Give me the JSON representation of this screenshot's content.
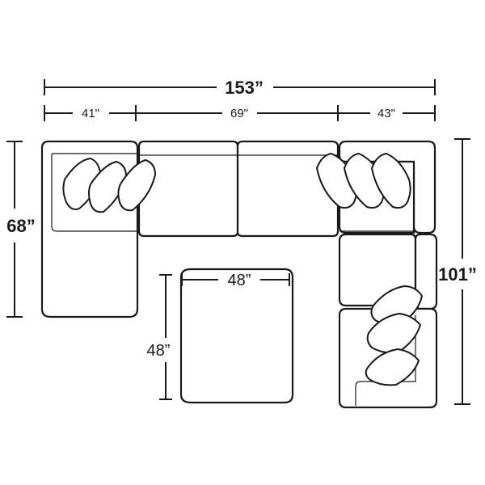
{
  "dimensions": {
    "overall_width": "153”",
    "left_section_width": "41\"",
    "middle_section_width": "69\"",
    "right_section_width": "43\"",
    "left_depth": "68”",
    "right_depth": "101”",
    "ottoman_width": "48”",
    "ottoman_depth": "48”"
  }
}
